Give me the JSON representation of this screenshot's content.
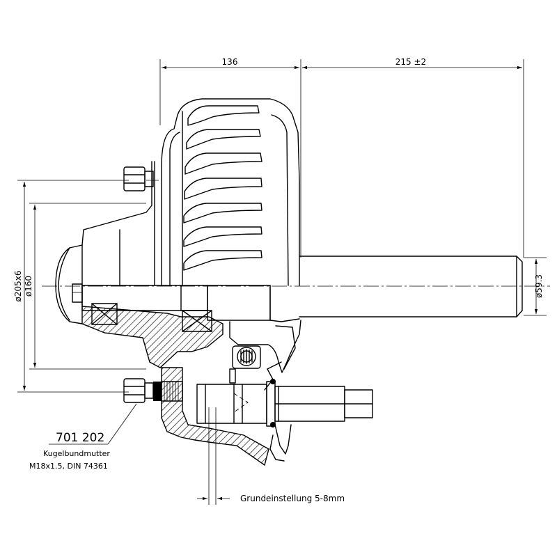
{
  "dimensions": {
    "hub_width": "136",
    "axle_length": "215 ±2",
    "bolt_circle": "ø205x6",
    "spigot_diameter": "ø160",
    "axle_diameter": "ø59.3"
  },
  "callout": {
    "part_number": "701 202",
    "line1": "Kugelbundmutter",
    "line2": "M18x1.5, DIN 74361"
  },
  "adjustment": {
    "label": "Grundeinstellung 5-8mm"
  }
}
